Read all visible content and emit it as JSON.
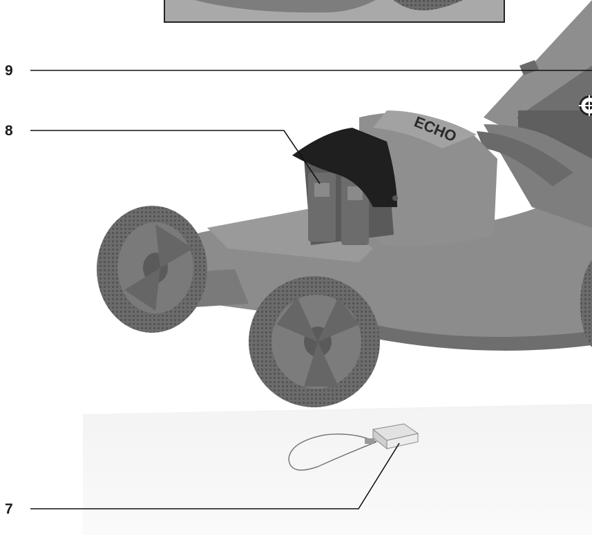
{
  "callouts": [
    {
      "number": "9",
      "part": "handle-pivot-knob"
    },
    {
      "number": "8",
      "part": "battery-compartment"
    },
    {
      "number": "7",
      "part": "safety-key"
    }
  ],
  "brand": "ECHO",
  "colors": {
    "body": "#8a8a8a",
    "body_dark": "#5e5e5e",
    "cover": "#1e1e1e",
    "tire": "#6a6a6a",
    "line": "#111111"
  }
}
